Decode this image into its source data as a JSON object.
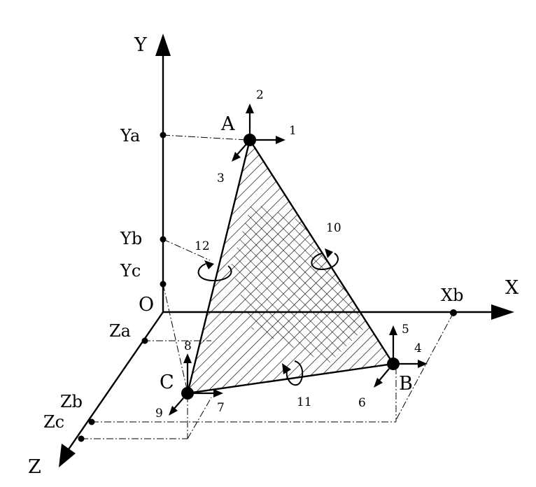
{
  "axes": {
    "x_label": "X",
    "y_label": "Y",
    "z_label": "Z",
    "origin_label": "O"
  },
  "vertices": {
    "a_label": "A",
    "b_label": "B",
    "c_label": "C"
  },
  "projections": {
    "ya": "Ya",
    "yb": "Yb",
    "yc": "Yc",
    "xb": "Xb",
    "za": "Za",
    "zb": "Zb",
    "zc": "Zc"
  },
  "dof_numbers": {
    "n1": "1",
    "n2": "2",
    "n3": "3",
    "n4": "4",
    "n5": "5",
    "n6": "6",
    "n7": "7",
    "n8": "8",
    "n9": "9",
    "n10": "10",
    "n11": "11",
    "n12": "12"
  },
  "colors": {
    "ink": "#000000",
    "background": "#ffffff"
  }
}
